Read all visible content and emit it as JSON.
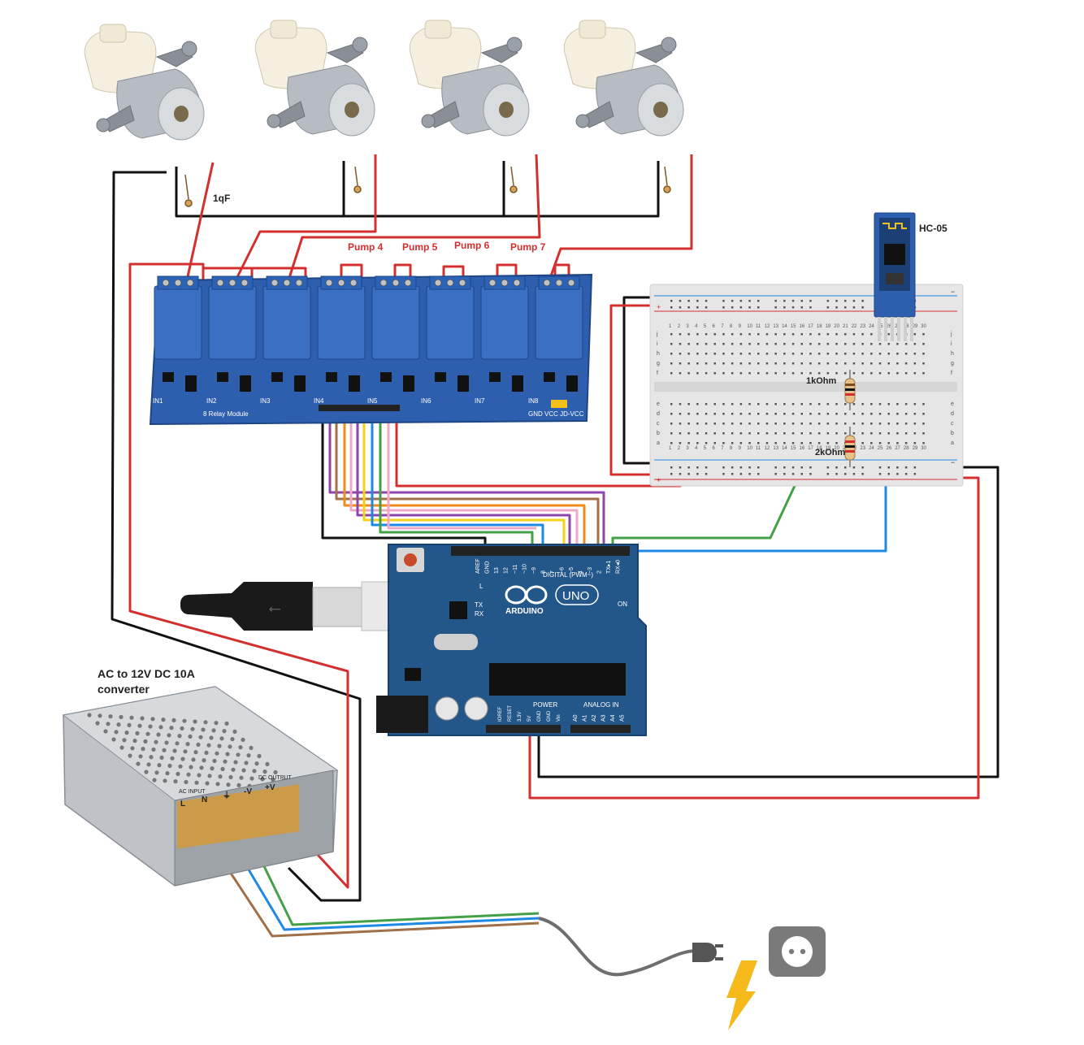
{
  "labels": {
    "capacitor": "1qF",
    "bluetooth": "HC-05",
    "resistor_1": "1kOhm",
    "resistor_2": "2kOhm",
    "psu_line1": "AC to 12V DC 10A",
    "psu_line2": "converter"
  },
  "pump_labels": [
    "Pump 4",
    "Pump 5",
    "Pump 6",
    "Pump 7"
  ],
  "relay": {
    "title": "8 Relay Module",
    "inputs": [
      "IN1",
      "IN2",
      "IN3",
      "IN4",
      "IN5",
      "IN6",
      "IN7",
      "IN8"
    ],
    "power_pins": "GND VCC JD-VCC"
  },
  "arduino": {
    "brand": "ARDUINO",
    "model": "UNO",
    "on": "ON",
    "led_l": "L",
    "led_tx": "TX",
    "led_rx": "RX",
    "digital_label": "DIGITAL (PWM~)",
    "digital_pins": [
      "AREF",
      "GND",
      "13",
      "12",
      "~11",
      "~10",
      "~9",
      "8",
      "7",
      "~6",
      "~5",
      "4",
      "~3",
      "2",
      "TX▸1",
      "RX◂0"
    ],
    "power_label": "POWER",
    "power_pins": [
      "IOREF",
      "RESET",
      "3.3V",
      "5V",
      "GND",
      "GND",
      "Vin"
    ],
    "analog_label": "ANALOG IN",
    "analog_pins": [
      "A0",
      "A1",
      "A2",
      "A3",
      "A4",
      "A5"
    ]
  },
  "breadboard": {
    "column_numbers": [
      "1",
      "2",
      "3",
      "4",
      "5",
      "6",
      "7",
      "8",
      "9",
      "10",
      "11",
      "12",
      "13",
      "14",
      "15",
      "16",
      "17",
      "18",
      "19",
      "20",
      "21",
      "22",
      "23",
      "24",
      "25",
      "26",
      "27",
      "28",
      "29",
      "30"
    ],
    "rows_top": [
      "j",
      "i",
      "h",
      "g",
      "f"
    ],
    "rows_bottom": [
      "e",
      "d",
      "c",
      "b",
      "a"
    ],
    "plus": "+",
    "minus": "−"
  },
  "psu": {
    "ac_input": "AC INPUT",
    "dc_output": "DC OUTPUT",
    "terminals": [
      "L",
      "N",
      "⏚",
      "-V",
      "+V"
    ]
  },
  "colors": {
    "wire_red": "#d32f2f",
    "wire_black": "#111111",
    "wire_green": "#43a047",
    "wire_blue": "#1e88e5",
    "wire_brown": "#a0704a",
    "wire_orange": "#ef8a1c",
    "wire_yellow": "#f3d21a",
    "wire_purple": "#8e44ad",
    "wire_pink": "#f0a8c8",
    "pcb_blue": "#2e5fae",
    "arduino_teal": "#23578a",
    "cord_gray": "#6e6e6e",
    "bolt_yellow": "#f6b91b"
  }
}
